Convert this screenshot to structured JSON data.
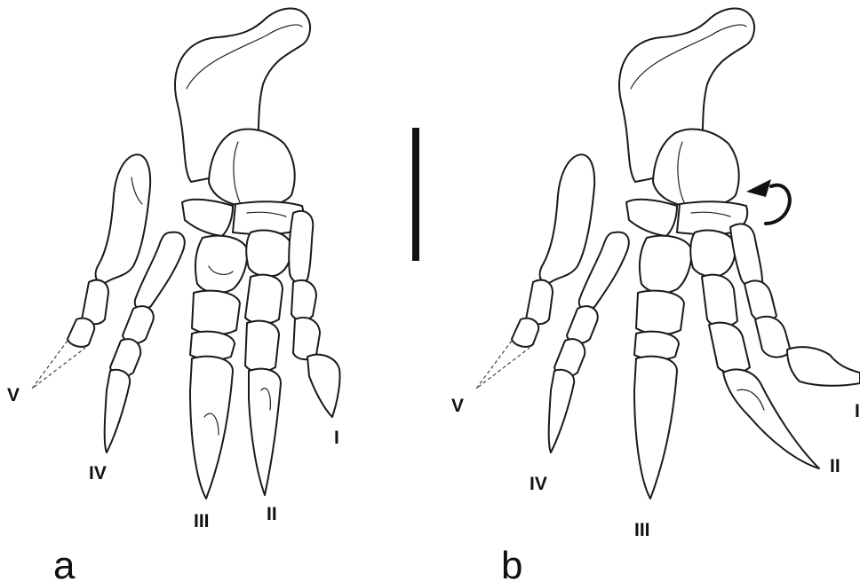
{
  "panels": [
    {
      "id": "a",
      "label": "a",
      "digit_labels": {
        "V": "V",
        "IV": "IV",
        "III": "III",
        "II": "II",
        "I": "I"
      }
    },
    {
      "id": "b",
      "label": "b",
      "digit_labels": {
        "V": "V",
        "IV": "IV",
        "III": "III",
        "II": "II",
        "I": "I"
      },
      "rotation_indicator": "curved-arrow-icon"
    }
  ],
  "scale_bar": {
    "shown": true,
    "label": ""
  },
  "colors": {
    "line": "#1a1a1a",
    "background": "#ffffff"
  }
}
